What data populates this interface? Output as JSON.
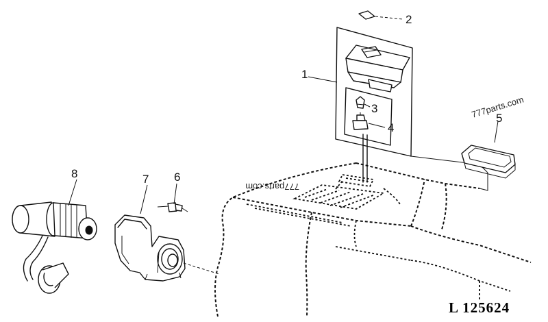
{
  "diagram": {
    "callouts": [
      {
        "id": "1",
        "label": "1"
      },
      {
        "id": "2",
        "label": "2"
      },
      {
        "id": "3",
        "label": "3"
      },
      {
        "id": "4",
        "label": "4"
      },
      {
        "id": "5",
        "label": "5"
      },
      {
        "id": "6",
        "label": "6"
      },
      {
        "id": "7",
        "label": "7"
      },
      {
        "id": "8",
        "label": "8"
      }
    ],
    "watermark_top": "777parts.com",
    "watermark_mirrored": "777parts.com",
    "reference_code": "L 125624"
  }
}
